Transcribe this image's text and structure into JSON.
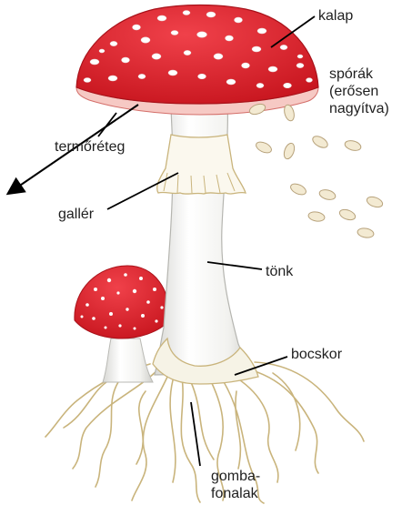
{
  "labels": {
    "kalap": "kalap",
    "sporak": "spórák\n(erősen\nnagyítva)",
    "termoreteg": "termőréteg",
    "galler": "gallér",
    "tonk": "tönk",
    "bocskor": "bocskor",
    "gombafonalak": "gomba-\nfonalak"
  },
  "colors": {
    "cap_red": "#e12a32",
    "gill_pink": "#f6c9c4",
    "stem_white": "#f4f4f2",
    "mycelium": "#c9b47c",
    "spore": "#f3ead2"
  }
}
